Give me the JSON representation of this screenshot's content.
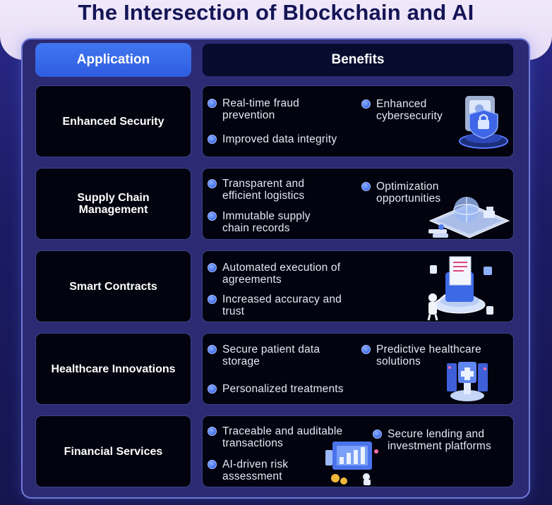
{
  "title": "The Intersection of Blockchain and AI",
  "headers": {
    "application": "Application",
    "benefits": "Benefits"
  },
  "rows": [
    {
      "application": "Enhanced Security",
      "benefits": [
        {
          "line1": "Real-time fraud",
          "line2": "prevention"
        },
        {
          "line1": "Improved data integrity",
          "line2": ""
        },
        {
          "line1": "Enhanced",
          "line2": "cybersecurity"
        }
      ],
      "illustration": "shield-lock-icon"
    },
    {
      "application_line1": "Supply Chain",
      "application_line2": "Management",
      "benefits": [
        {
          "line1": "Transparent and",
          "line2": "efficient logistics"
        },
        {
          "line1": "Immutable supply",
          "line2": "chain records"
        },
        {
          "line1": "Optimization",
          "line2": "opportunities"
        }
      ],
      "illustration": "logistics-globe-icon"
    },
    {
      "application": "Smart Contracts",
      "benefits": [
        {
          "line1": "Automated execution of",
          "line2": "agreements"
        },
        {
          "line1": "Increased accuracy and",
          "line2": "trust"
        }
      ],
      "illustration": "smart-contract-icon"
    },
    {
      "application": "Healthcare Innovations",
      "benefits": [
        {
          "line1": "Secure patient data",
          "line2": "storage"
        },
        {
          "line1": "Personalized treatments",
          "line2": ""
        },
        {
          "line1": "Predictive healthcare",
          "line2": "solutions"
        }
      ],
      "illustration": "medical-cross-icon"
    },
    {
      "application": "Financial Services",
      "benefits": [
        {
          "line1": "Traceable and auditable",
          "line2": "transactions"
        },
        {
          "line1": "AI-driven risk",
          "line2": "assessment"
        },
        {
          "line1": "Secure lending and",
          "line2": "investment platforms"
        }
      ],
      "illustration": "finance-dashboard-icon"
    }
  ]
}
